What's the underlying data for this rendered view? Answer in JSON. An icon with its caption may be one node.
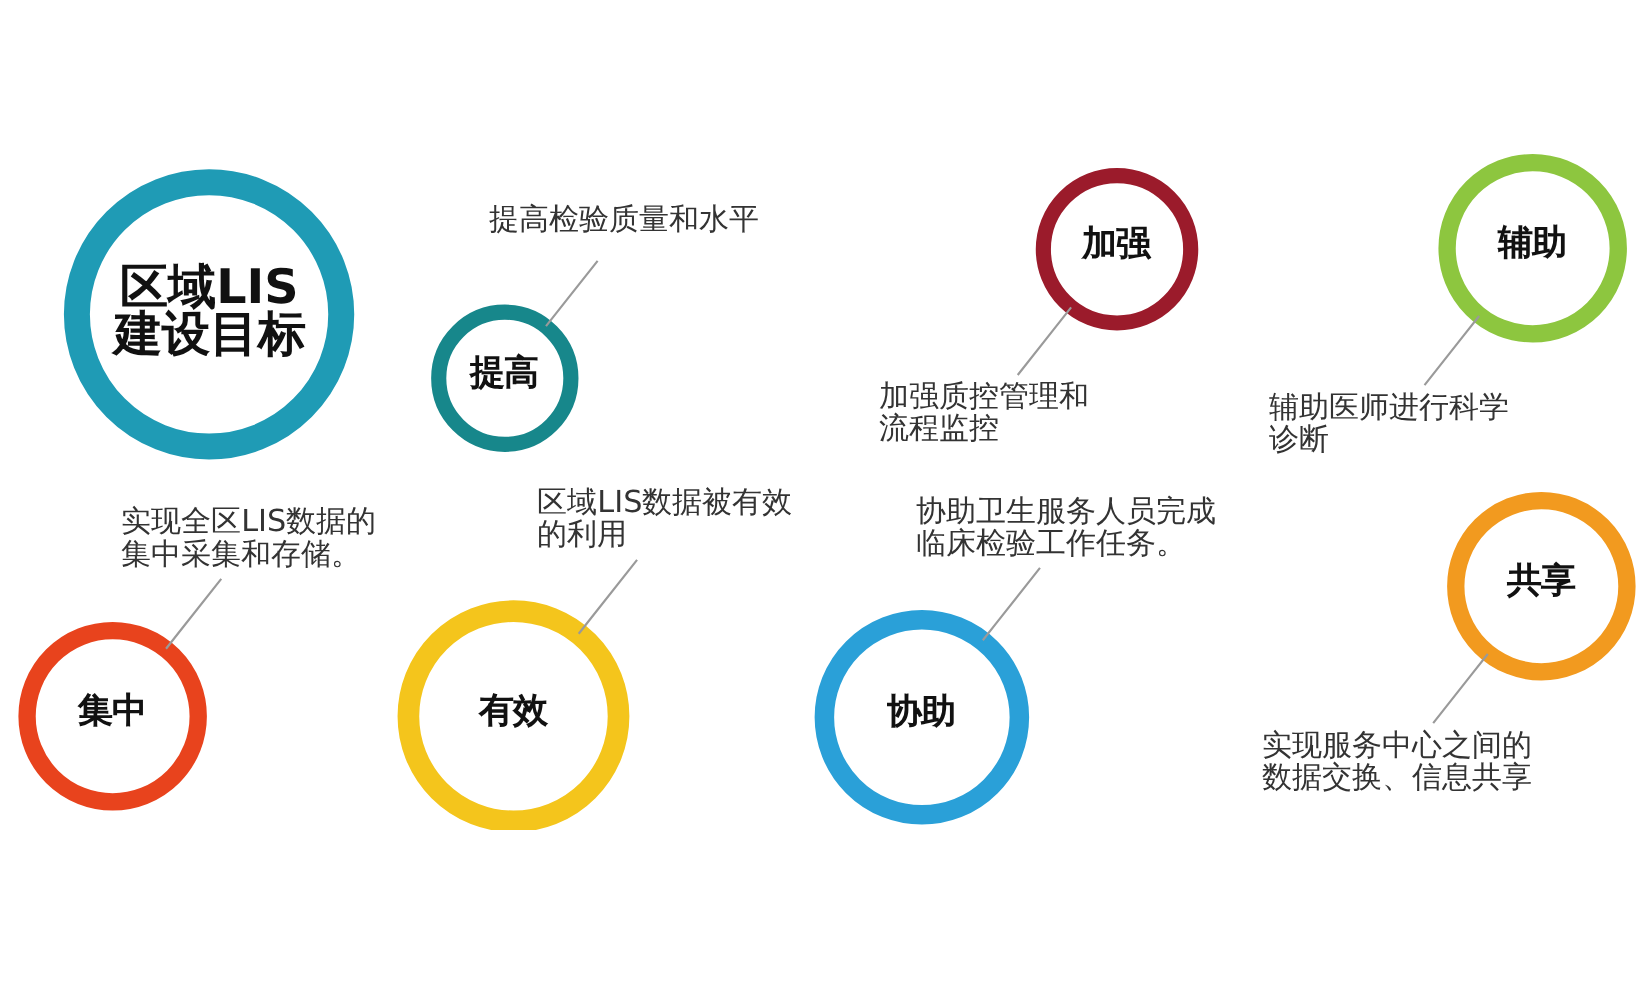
{
  "diagram": {
    "nodes": [
      {
        "text": [
          "区域LIS建设目标"
        ]
      },
      {
        "text": [
          "提高检验质量和水平"
        ]
      },
      {
        "text": [
          "提高"
        ]
      },
      {
        "text": [
          "加强"
        ]
      },
      {
        "text": [
          "加强质控管理和流程监控"
        ]
      },
      {
        "text": [
          "辅助"
        ]
      },
      {
        "text": [
          "实现全区LIS数据的集中采集和存储。"
        ]
      },
      {
        "text": [
          "辅助医师进行科学诊断"
        ]
      },
      {
        "text": [
          "集中"
        ]
      },
      {
        "text": [
          "区域LIS数据被有效的利用"
        ]
      },
      {
        "text": [
          "协助卫生服务人员完成临床检验工作任务。"
        ]
      },
      {
        "text": [
          "共享"
        ]
      },
      {
        "text": [
          "有效"
        ]
      },
      {
        "text": [
          "协助"
        ]
      },
      {
        "text": [
          "实现服务中心之间的数据交换、信息共享"
        ]
      }
    ],
    "edges": [
      {
        "from": 1,
        "to": 2,
        "arrow": "none"
      },
      {
        "from": 4,
        "to": 3,
        "arrow": "none"
      },
      {
        "from": 5,
        "to": 7,
        "arrow": "none"
      },
      {
        "from": 6,
        "to": 8,
        "arrow": "none"
      },
      {
        "from": 9,
        "to": 12,
        "arrow": "none"
      },
      {
        "from": 10,
        "to": 13,
        "arrow": "none"
      },
      {
        "from": 11,
        "to": 14,
        "arrow": "none"
      }
    ]
  }
}
